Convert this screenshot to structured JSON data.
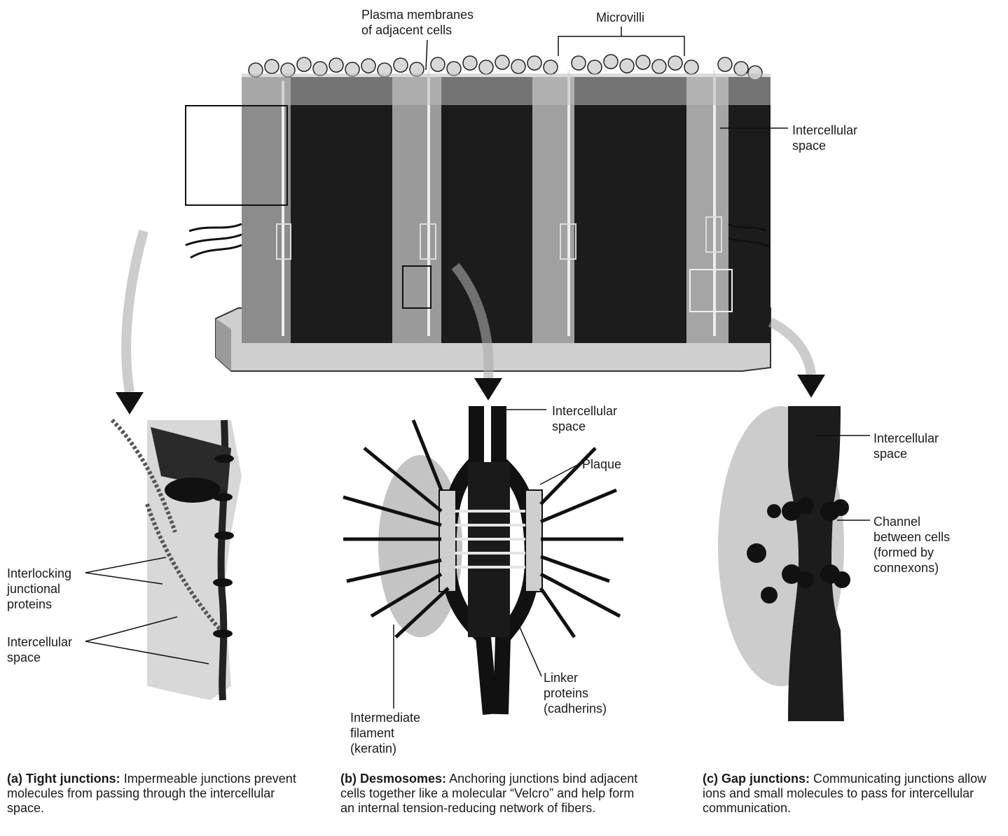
{
  "top": {
    "plasma_membranes": "Plasma membranes\nof adjacent cells",
    "microvilli": "Microvilli",
    "intercellular_space": "Intercellular\nspace"
  },
  "panel_a": {
    "interlocking": "Interlocking\njunctional\nproteins",
    "intercellular_space": "Intercellular\nspace",
    "caption_prefix": "(a)",
    "caption_bold": "Tight junctions:",
    "caption_text": "Impermeable junctions prevent molecules from passing through the intercellular space."
  },
  "panel_b": {
    "intercellular_space": "Intercellular\nspace",
    "plaque": "Plaque",
    "linker": "Linker\nproteins\n(cadherins)",
    "intermediate": "Intermediate\nfilament\n(keratin)",
    "caption_prefix": "(b)",
    "caption_bold": "Desmosomes:",
    "caption_text": "Anchoring junctions bind adjacent cells together like a molecular “Velcro” and help form an internal tension-reducing network of fibers."
  },
  "panel_c": {
    "intercellular_space": "Intercellular\nspace",
    "channel": "Channel\nbetween cells\n(formed by\nconnexons)",
    "caption_prefix": "(c)",
    "caption_bold": "Gap junctions:",
    "caption_text": "Communicating junctions allow ions and small molecules to pass for intercellular communication."
  }
}
